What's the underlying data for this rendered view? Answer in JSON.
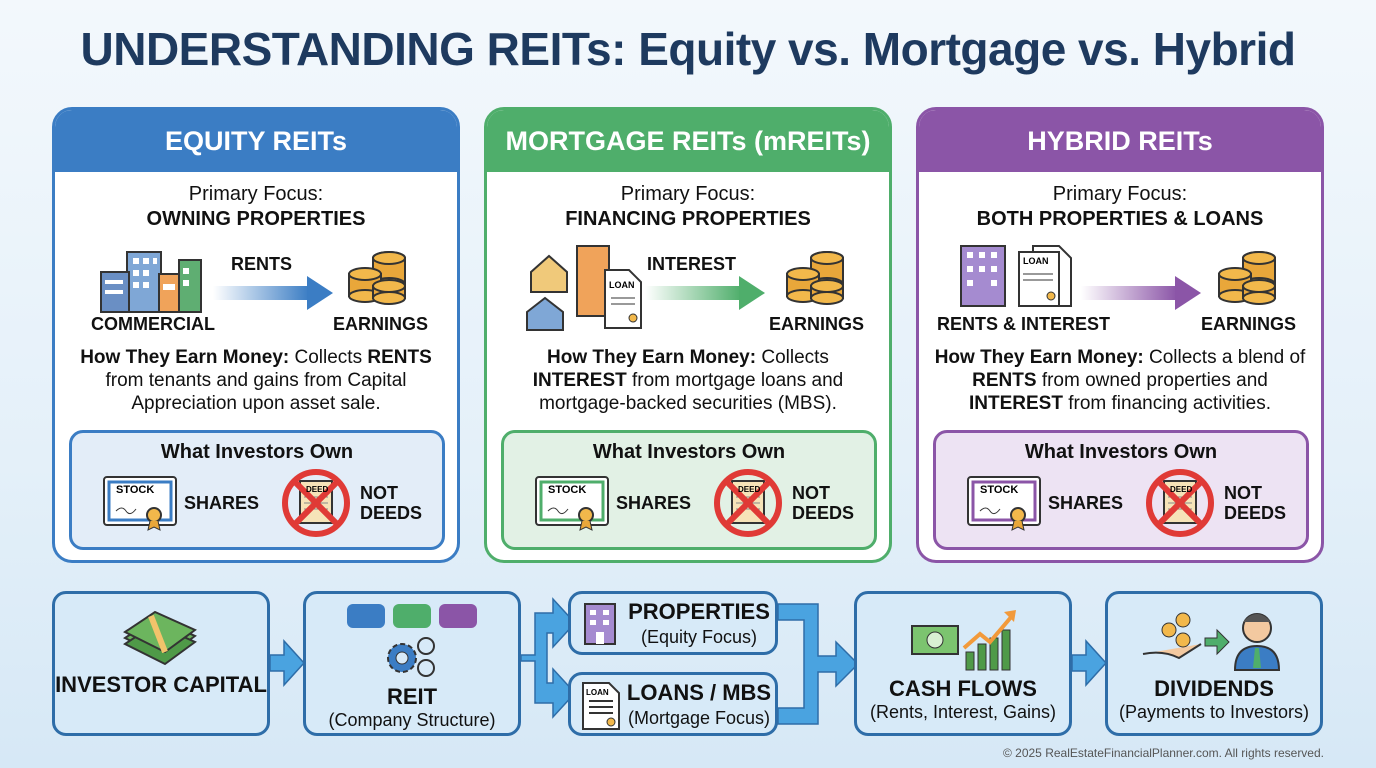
{
  "title": "UNDERSTANDING REITs: Equity vs. Mortgage vs. Hybrid",
  "cards": [
    {
      "header": "EQUITY REITs",
      "focus_label": "Primary Focus:",
      "focus": "OWNING PROPERTIES",
      "left_label": "COMMERCIAL",
      "flow_label": "RENTS",
      "right_label": "EARNINGS",
      "desc_bold1": "How They Earn Money:",
      "desc1": " Collects ",
      "desc_bold2": "RENTS",
      "desc2": " from tenants and gains from Capital Appreciation upon asset sale.",
      "desc_bold3": "",
      "desc3": "",
      "own_title": "What Investors Own",
      "shares": "SHARES",
      "not": "NOT",
      "deeds": "DEEDS",
      "stock": "STOCK",
      "deed": "DEED",
      "color": "#3b7dc4"
    },
    {
      "header": "MORTGAGE REITs (mREITs)",
      "focus_label": "Primary Focus:",
      "focus": "FINANCING PROPERTIES",
      "left_label": "",
      "flow_label": "INTEREST",
      "right_label": "EARNINGS",
      "desc_bold1": "How They Earn Money:",
      "desc1": " Collects ",
      "desc_bold2": "INTEREST",
      "desc2": " from mortgage loans and mortgage-backed securities (MBS).",
      "desc_bold3": "",
      "desc3": "",
      "own_title": "What Investors Own",
      "shares": "SHARES",
      "not": "NOT",
      "deeds": "DEEDS",
      "stock": "STOCK",
      "deed": "DEED",
      "loan": "LOAN",
      "color": "#4fae6b"
    },
    {
      "header": "HYBRID REITs",
      "focus_label": "Primary Focus:",
      "focus": "BOTH PROPERTIES & LOANS",
      "left_label": "RENTS & INTEREST",
      "flow_label": "",
      "right_label": "EARNINGS",
      "desc_bold1": "How They Earn Money:",
      "desc1": " Collects a blend of ",
      "desc_bold2": "RENTS",
      "desc2": " from owned properties and ",
      "desc_bold3": "INTEREST",
      "desc3": " from financing activities.",
      "own_title": "What Investors Own",
      "shares": "SHARES",
      "not": "NOT",
      "deeds": "DEEDS",
      "stock": "STOCK",
      "deed": "DEED",
      "loan": "LOAN",
      "color": "#8b55a7"
    }
  ],
  "flow": {
    "investor": {
      "title": "INVESTOR CAPITAL"
    },
    "reit": {
      "title": "REIT",
      "sub": "(Company Structure)"
    },
    "properties": {
      "title": "PROPERTIES",
      "sub": "(Equity Focus)"
    },
    "loans": {
      "title": "LOANS / MBS",
      "sub": "(Mortgage Focus)",
      "icon_text": "LOAN"
    },
    "cash": {
      "title": "CASH FLOWS",
      "sub": "(Rents, Interest, Gains)"
    },
    "dividends": {
      "title": "DIVIDENDS",
      "sub": "(Payments to Investors)"
    }
  },
  "footer": "© 2025 RealEstateFinancialPlanner.com. All rights reserved."
}
